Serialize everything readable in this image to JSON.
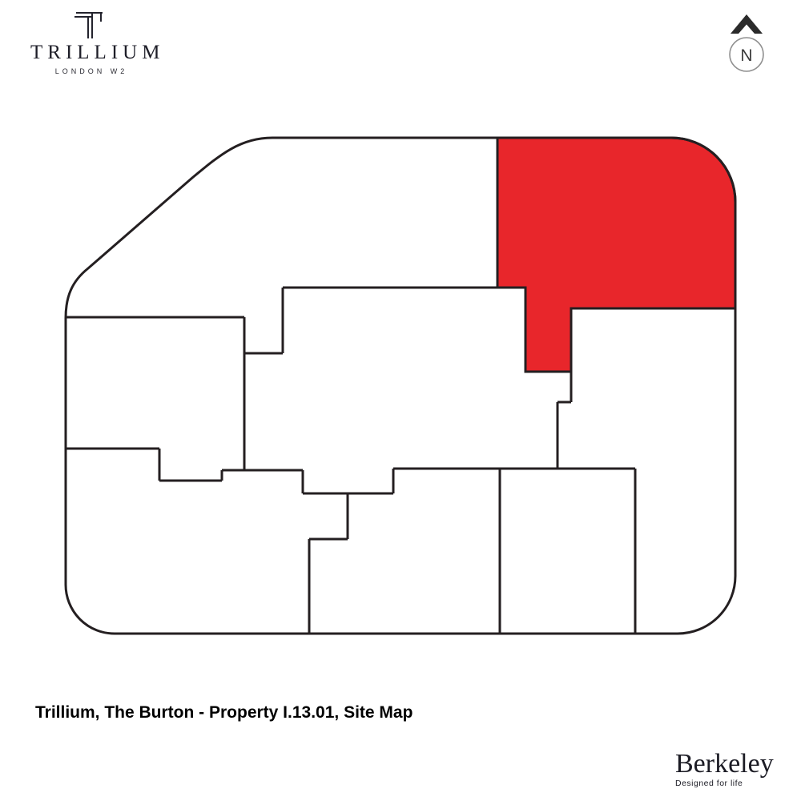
{
  "brand": {
    "name": "TRILLIUM",
    "location": "LONDON W2"
  },
  "compass": {
    "label": "N"
  },
  "map": {
    "building": "The Burton",
    "highlighted_unit": "Property I.13.01",
    "highlight_color": "#e8262b",
    "outline_color": "#241f21"
  },
  "caption": "Trillium, The Burton - Property I.13.01, Site Map",
  "footer": {
    "developer": "Berkeley",
    "tagline": "Designed for life"
  }
}
